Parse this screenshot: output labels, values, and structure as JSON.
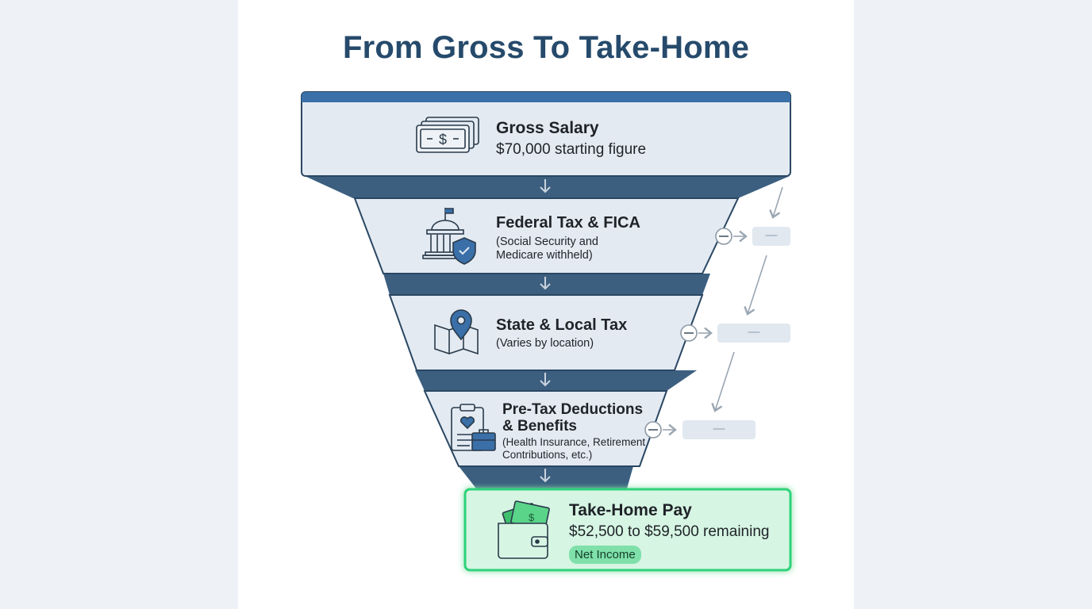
{
  "title": "From Gross To Take-Home",
  "stages": [
    {
      "title": "Gross Salary",
      "subtitle": "$70,000 starting figure",
      "icon": "cash-icon"
    },
    {
      "title": "Federal Tax & FICA",
      "subtitle": "(Social Security and\nMedicare withheld)",
      "icon": "government-building-shield-icon"
    },
    {
      "title": "State & Local Tax",
      "subtitle": "(Varies by location)",
      "icon": "map-pin-icon"
    },
    {
      "title": "Pre-Tax Deductions\n& Benefits",
      "subtitle": "(Health Insurance, Retirement\nContributions, etc.)",
      "icon": "clipboard-briefcase-icon"
    }
  ],
  "result": {
    "title": "Take-Home Pay",
    "subtitle": "$52,500 to $59,500 remaining",
    "badge": "Net Income",
    "icon": "wallet-cash-icon"
  },
  "deduction_placeholders": [
    "—",
    "—",
    "—"
  ],
  "colors": {
    "heading": "#264a6b",
    "stage_fill": "#e3eaf2",
    "stage_border": "#2a4763",
    "accent_bar": "#3a6fa8",
    "connector": "#3c5f80",
    "result_fill": "#d6f5e3",
    "result_border": "#2fd27a",
    "badge": "#7fe0aa"
  }
}
